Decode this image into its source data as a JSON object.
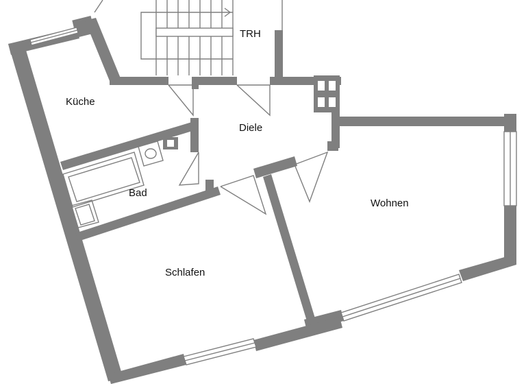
{
  "plan": {
    "rooms": {
      "kueche": "Küche",
      "diele": "Diele",
      "bad": "Bad",
      "wohnen": "Wohnen",
      "schlafen": "Schlafen",
      "trh": "TRH"
    },
    "colors": {
      "wall": "#7f7f7f",
      "background": "#ffffff",
      "text": "#111111"
    }
  }
}
